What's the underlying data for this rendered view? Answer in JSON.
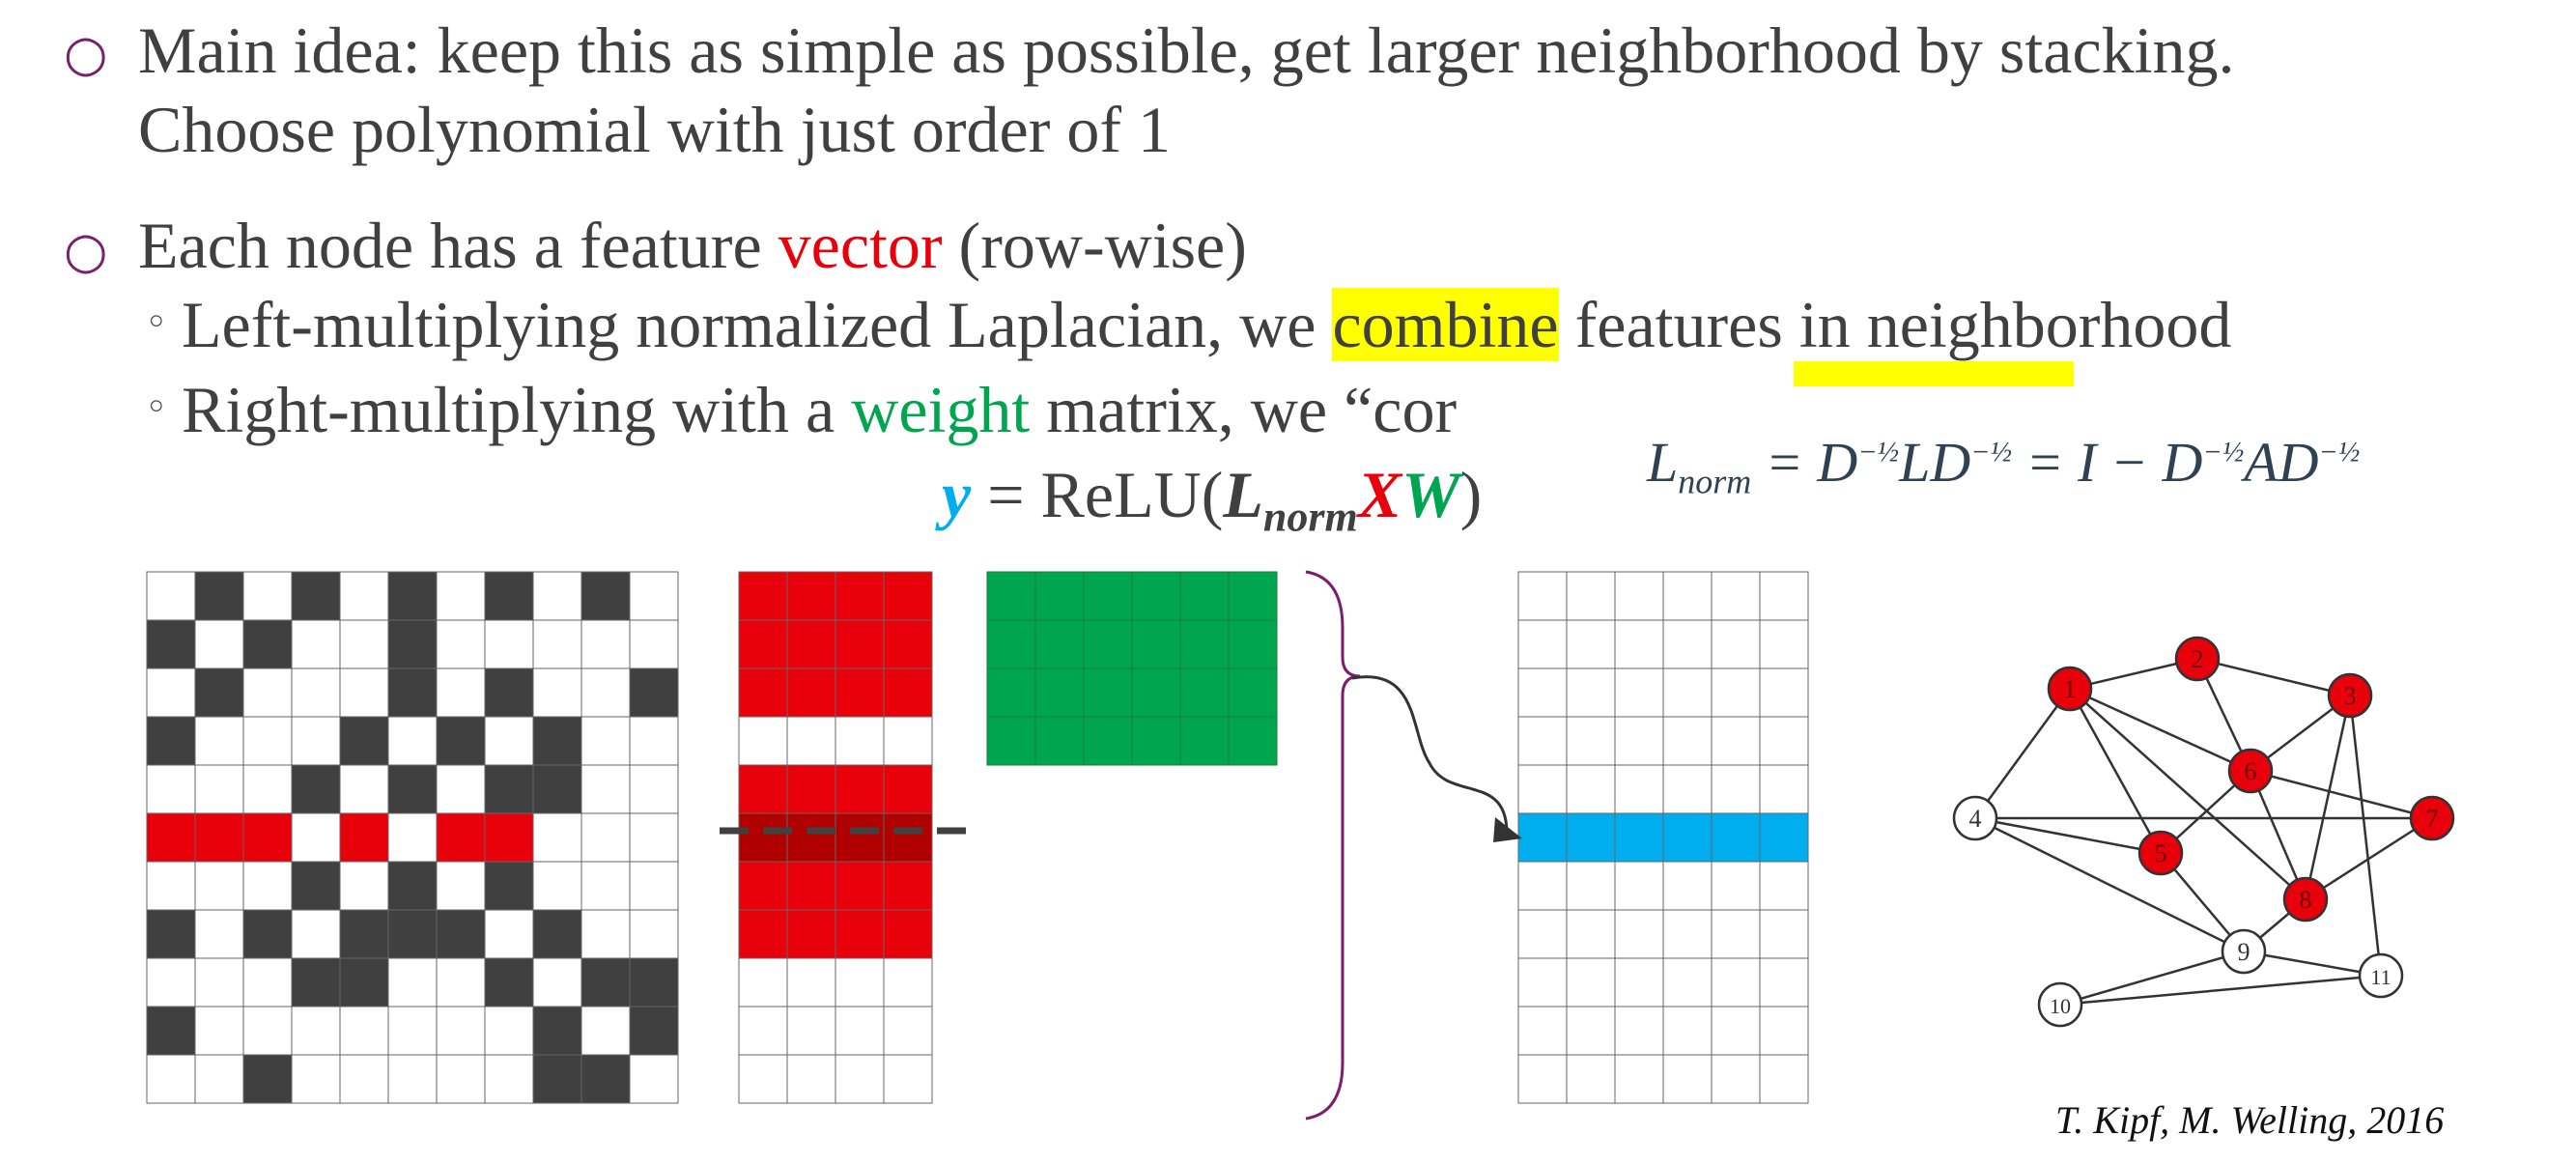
{
  "bullets": [
    {
      "line1": "Main idea: keep this as simple as possible, get larger neighborhood by stacking.",
      "line2": "Choose polynomial with just order of 1"
    },
    {
      "pre": "Each node has a feature ",
      "red_word": "vector",
      "post": " (row-wise)",
      "sub1": {
        "pre": "Left-multiplying normalized Laplacian, we ",
        "highlight": "combine",
        "post": " features in neighborhood"
      },
      "sub2": {
        "pre": "Right-multiplying with a ",
        "green_word": "weight",
        "post": " matrix, we “cor"
      }
    }
  ],
  "markers": {
    "bullet": "○",
    "sub": "◦"
  },
  "equation_main": {
    "y": "y",
    "eq": " = ReLU(",
    "L": "L",
    "L_sub": "norm",
    "X": "X",
    "W": "W",
    "close": ")"
  },
  "equation_norm": {
    "L": "L",
    "L_sub": "norm",
    "eq1": " = D",
    "exp": "−½",
    "mid1": "LD",
    "mid2": " = I − D",
    "mid3": "AD"
  },
  "adjacency_matrix": {
    "rows": 11,
    "cols": 11,
    "highlight_row": 5,
    "cells": [
      [
        0,
        1,
        0,
        1,
        0,
        1,
        0,
        1,
        0,
        1,
        0
      ],
      [
        1,
        0,
        1,
        0,
        0,
        1,
        0,
        0,
        0,
        0,
        0
      ],
      [
        0,
        1,
        0,
        0,
        0,
        1,
        0,
        1,
        0,
        0,
        1
      ],
      [
        1,
        0,
        0,
        0,
        1,
        0,
        1,
        0,
        1,
        0,
        0
      ],
      [
        0,
        0,
        0,
        1,
        0,
        1,
        0,
        1,
        1,
        0,
        0
      ],
      [
        1,
        1,
        1,
        0,
        1,
        0,
        1,
        1,
        0,
        0,
        0
      ],
      [
        0,
        0,
        0,
        1,
        0,
        1,
        0,
        1,
        0,
        0,
        0
      ],
      [
        1,
        0,
        1,
        0,
        1,
        1,
        1,
        0,
        1,
        0,
        0
      ],
      [
        0,
        0,
        0,
        1,
        1,
        0,
        0,
        1,
        0,
        1,
        1
      ],
      [
        1,
        0,
        0,
        0,
        0,
        0,
        0,
        0,
        1,
        0,
        1
      ],
      [
        0,
        0,
        1,
        0,
        0,
        0,
        0,
        0,
        1,
        1,
        0
      ]
    ]
  },
  "feature_matrix": {
    "rows": 11,
    "cols": 4,
    "red_rows": [
      0,
      1,
      2,
      4,
      5,
      6,
      7
    ]
  },
  "weight_matrix": {
    "rows": 4,
    "cols": 6
  },
  "output_matrix": {
    "rows": 11,
    "cols": 6,
    "highlight_row": 5
  },
  "graph": {
    "nodes": [
      {
        "id": "1",
        "red": true
      },
      {
        "id": "2",
        "red": true
      },
      {
        "id": "3",
        "red": true
      },
      {
        "id": "6",
        "red": true
      },
      {
        "id": "7",
        "red": true
      },
      {
        "id": "4",
        "red": false
      },
      {
        "id": "5",
        "red": true
      },
      {
        "id": "8",
        "red": true
      },
      {
        "id": "9",
        "red": false
      },
      {
        "id": "10",
        "red": false
      },
      {
        "id": "11",
        "red": false
      }
    ],
    "edges": [
      [
        "1",
        "2"
      ],
      [
        "2",
        "3"
      ],
      [
        "1",
        "4"
      ],
      [
        "1",
        "6"
      ],
      [
        "1",
        "8"
      ],
      [
        "1",
        "5"
      ],
      [
        "2",
        "6"
      ],
      [
        "3",
        "6"
      ],
      [
        "3",
        "8"
      ],
      [
        "3",
        "11"
      ],
      [
        "6",
        "7"
      ],
      [
        "6",
        "5"
      ],
      [
        "6",
        "8"
      ],
      [
        "4",
        "7"
      ],
      [
        "4",
        "5"
      ],
      [
        "4",
        "9"
      ],
      [
        "5",
        "9"
      ],
      [
        "8",
        "7"
      ],
      [
        "8",
        "9"
      ],
      [
        "9",
        "10"
      ],
      [
        "9",
        "11"
      ],
      [
        "10",
        "11"
      ]
    ]
  },
  "colors": {
    "red": "#e8000b",
    "dark_red": "#b00000",
    "green": "#00a550",
    "blue": "#00aeef",
    "dark_cell": "#404040",
    "highlight": "#ffff00",
    "brace": "#7a1f6b"
  },
  "citation": "T. Kipf, M. Welling, 2016"
}
